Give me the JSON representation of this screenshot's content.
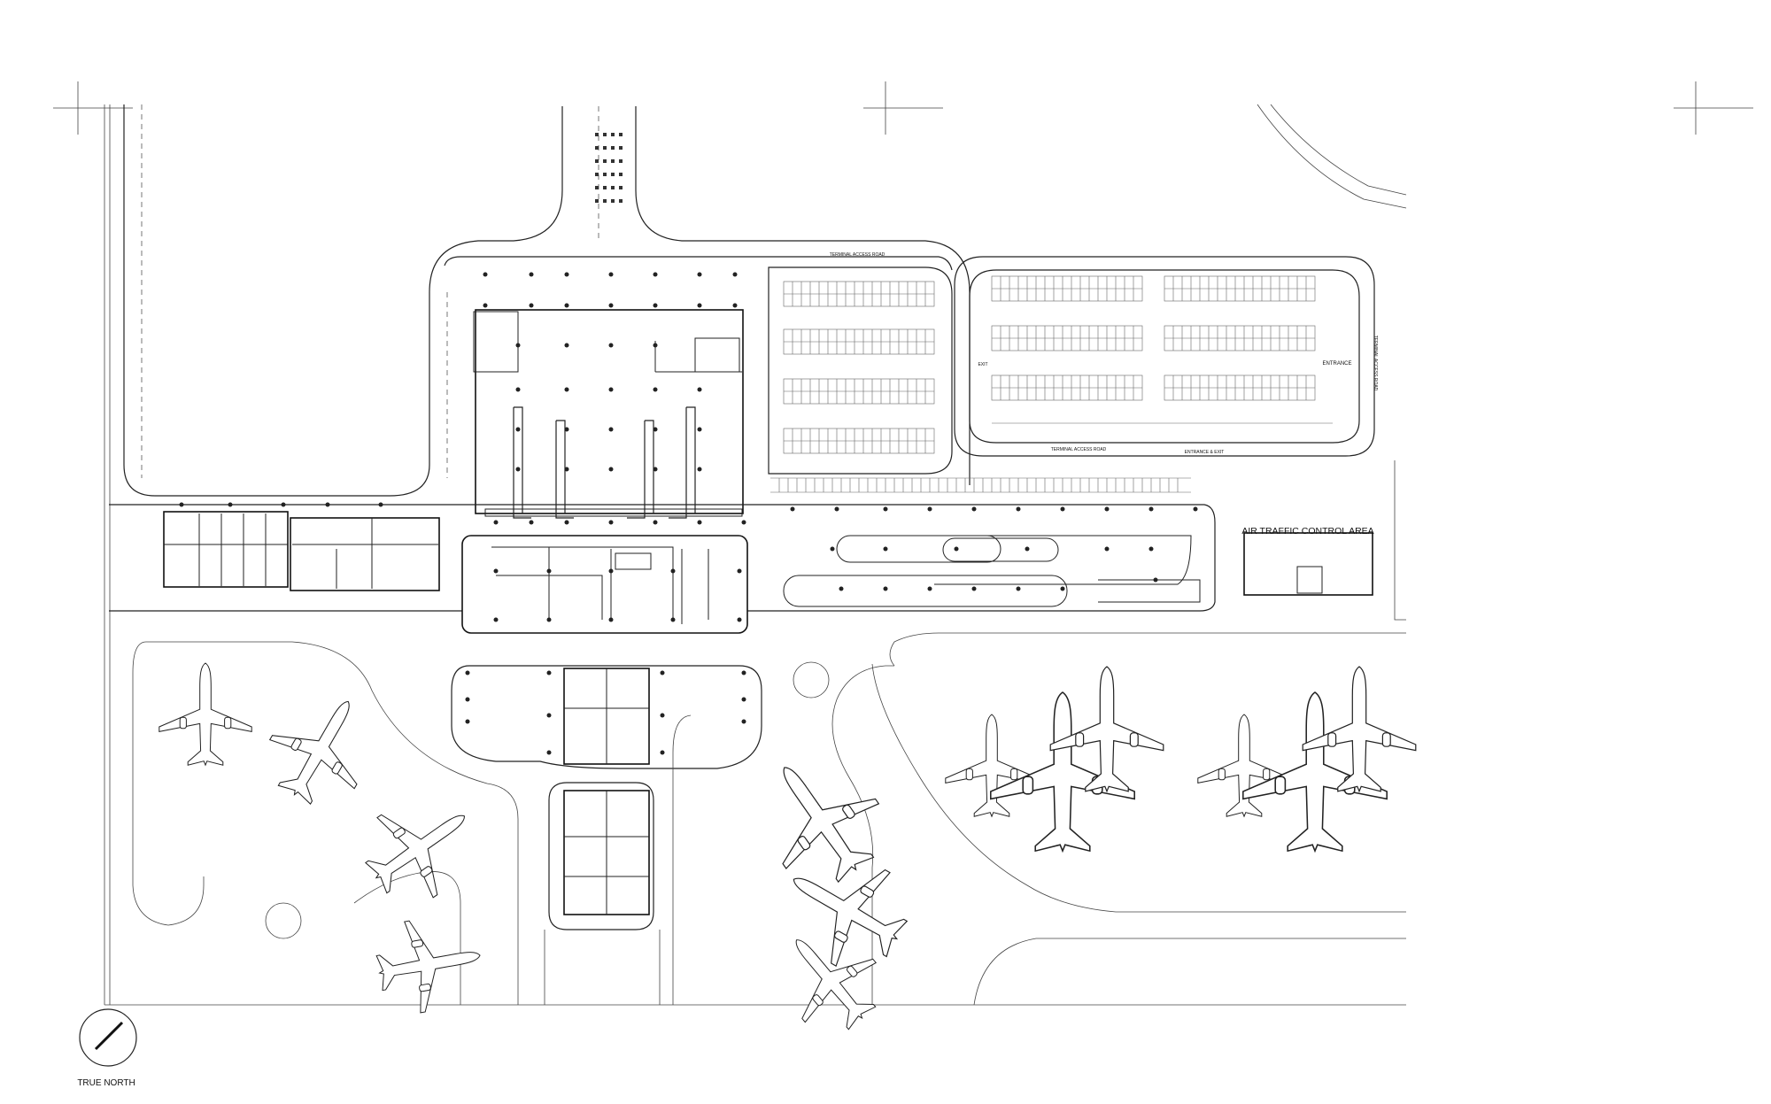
{
  "labels": {
    "air_traffic_control": "AIR TRAFFIC CONTROL AREA",
    "true_north": "TRUE NORTH",
    "terminal_access_road_top": "TERMINAL ACCESS ROAD",
    "terminal_access_road_bottom": "TERMINAL ACCESS ROAD",
    "terminal_access_road_right": "TERMINAL ACCESS ROAD",
    "entrance": "ENTRANCE",
    "exit": "EXIT",
    "entrance_exit": "ENTRANCE & EXIT"
  },
  "colors": {
    "line": "#222222",
    "background": "#ffffff"
  },
  "icons": {
    "north_arrow": "north-arrow-icon",
    "aircraft": "aircraft-icon"
  }
}
